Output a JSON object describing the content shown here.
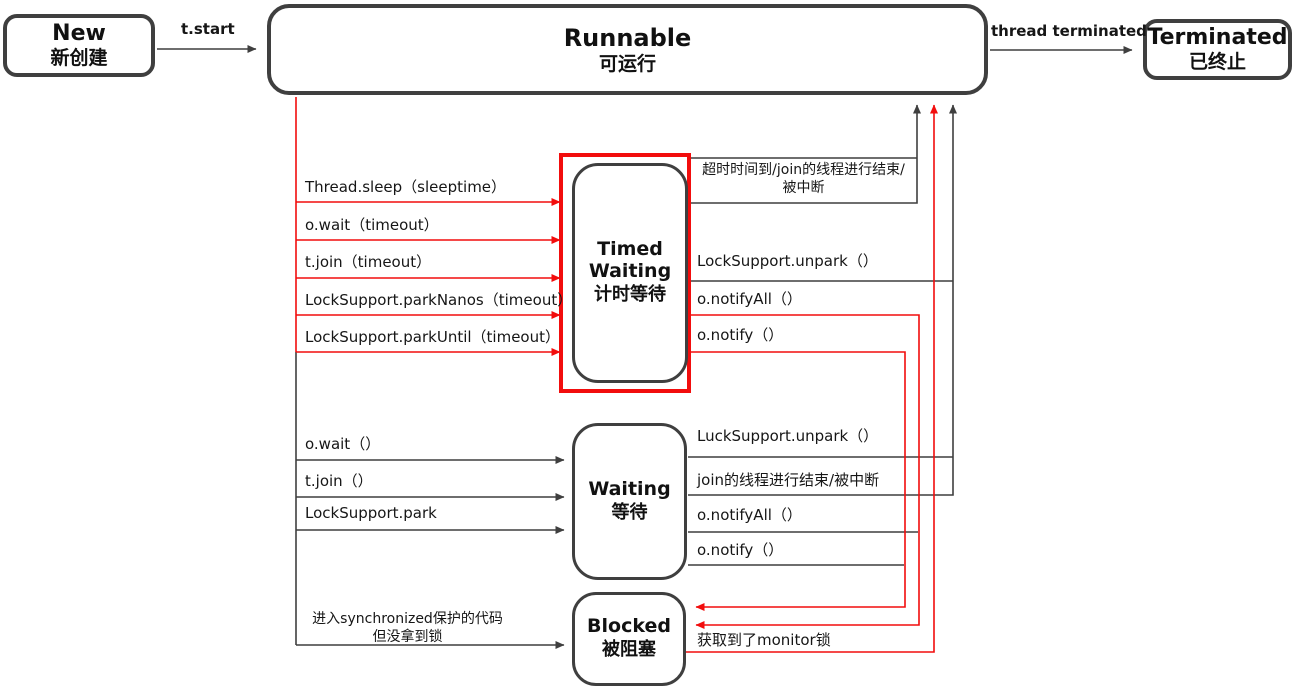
{
  "nodes": {
    "new": {
      "title": "New",
      "subtitle": "新创建"
    },
    "runnable": {
      "title": "Runnable",
      "subtitle": "可运行"
    },
    "terminated": {
      "title": "Terminated",
      "subtitle": "已终止"
    },
    "timed_waiting": {
      "title_line1": "Timed",
      "title_line2": "Waiting",
      "subtitle": "计时等待"
    },
    "waiting": {
      "title": "Waiting",
      "subtitle": "等待"
    },
    "blocked": {
      "title": "Blocked",
      "subtitle": "被阻塞"
    }
  },
  "edge_labels": {
    "t_start": "t.start",
    "thread_terminated": "thread terminated",
    "thread_sleep": "Thread.sleep（sleeptime）",
    "o_wait_timeout": "o.wait（timeout）",
    "t_join_timeout": "t.join（timeout）",
    "park_nanos": "LockSupport.parkNanos（timeout）",
    "park_until": "LockSupport.parkUntil（timeout）",
    "timed_exit_line1": "超时时间到/join的线程进行结束/",
    "timed_exit_line2": "被中断",
    "lock_support_unpark": "LockSupport.unpark（）",
    "o_notifyall_timed": "o.notifyAll（）",
    "o_notify_timed": "o.notify（）",
    "o_wait": "o.wait（）",
    "t_join": "t.join（）",
    "lock_support_park": "LockSupport.park",
    "luck_support_unpark": "LuckSupport.unpark（）",
    "join_finish": "join的线程进行结束/被中断",
    "o_notifyall_waiting": "o.notifyAll（）",
    "o_notify_waiting": "o.notify（）",
    "enter_sync_line1": "进入synchronized保护的代码",
    "enter_sync_line2": "但没拿到锁",
    "monitor_lock": "获取到了monitor锁"
  },
  "colors": {
    "line_dark": "#3f3f3f",
    "accent_red": "#f20d0d",
    "text": "#161616",
    "background": "#ffffff"
  }
}
